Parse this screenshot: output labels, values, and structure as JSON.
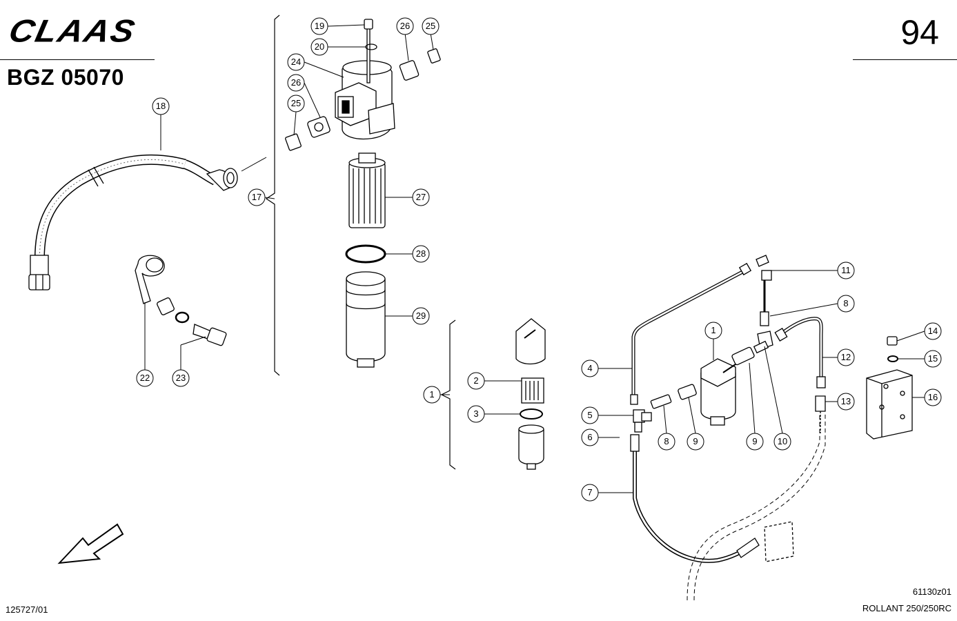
{
  "header": {
    "brand": "CLAAS",
    "code": "BGZ 05070",
    "page_number": "94"
  },
  "footer": {
    "left_code": "125727/01",
    "drawing_code": "61130z01",
    "model": "ROLLANT 250/250RC"
  },
  "callouts": [
    {
      "id": "c18",
      "label": "18"
    },
    {
      "id": "c17",
      "label": "17"
    },
    {
      "id": "c19",
      "label": "19"
    },
    {
      "id": "c20",
      "label": "20"
    },
    {
      "id": "c24",
      "label": "24"
    },
    {
      "id": "c26a",
      "label": "26"
    },
    {
      "id": "c25a",
      "label": "25"
    },
    {
      "id": "c26b",
      "label": "26"
    },
    {
      "id": "c25b",
      "label": "25"
    },
    {
      "id": "c27",
      "label": "27"
    },
    {
      "id": "c28",
      "label": "28"
    },
    {
      "id": "c29",
      "label": "29"
    },
    {
      "id": "c22",
      "label": "22"
    },
    {
      "id": "c23",
      "label": "23"
    },
    {
      "id": "c1a",
      "label": "1"
    },
    {
      "id": "c2",
      "label": "2"
    },
    {
      "id": "c3",
      "label": "3"
    },
    {
      "id": "c4",
      "label": "4"
    },
    {
      "id": "c5",
      "label": "5"
    },
    {
      "id": "c6",
      "label": "6"
    },
    {
      "id": "c7",
      "label": "7"
    },
    {
      "id": "c1b",
      "label": "1"
    },
    {
      "id": "c8a",
      "label": "8"
    },
    {
      "id": "c9a",
      "label": "9"
    },
    {
      "id": "c9b",
      "label": "9"
    },
    {
      "id": "c10",
      "label": "10"
    },
    {
      "id": "c11",
      "label": "11"
    },
    {
      "id": "c8b",
      "label": "8"
    },
    {
      "id": "c12",
      "label": "12"
    },
    {
      "id": "c13",
      "label": "13"
    },
    {
      "id": "c14",
      "label": "14"
    },
    {
      "id": "c15",
      "label": "15"
    },
    {
      "id": "c16",
      "label": "16"
    }
  ]
}
